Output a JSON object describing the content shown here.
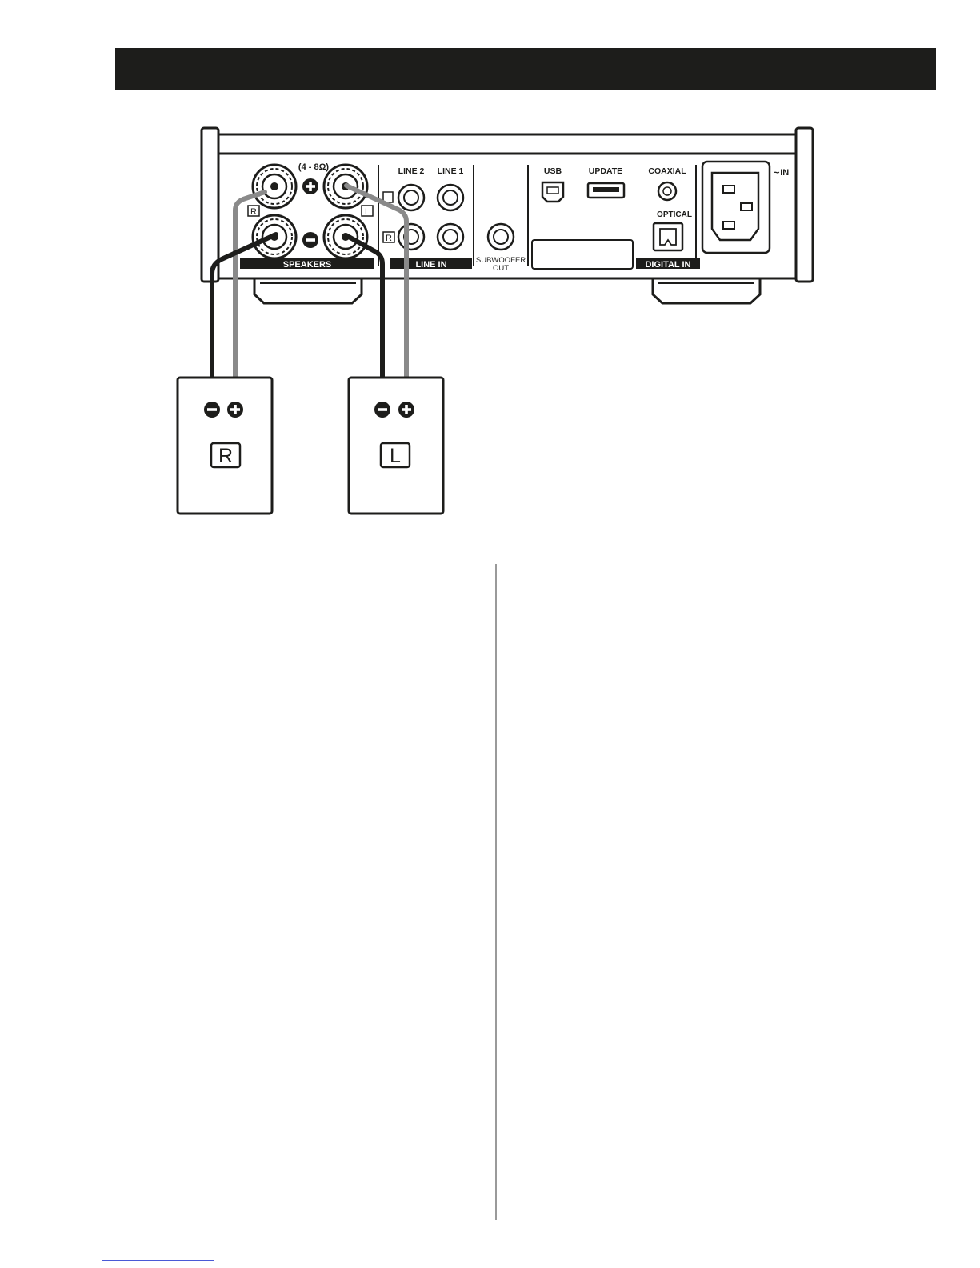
{
  "amplifier": {
    "impedance": "(4 - 8Ω)",
    "channel_right": "R",
    "channel_left": "L",
    "speakers_label": "SPEAKERS",
    "line_in_label": "LINE IN",
    "line2": "LINE 2",
    "line1": "LINE 1",
    "subwoofer_line1": "SUBWOOFER",
    "subwoofer_line2": "OUT",
    "usb": "USB",
    "update": "UPDATE",
    "coaxial": "COAXIAL",
    "optical": "OPTICAL",
    "digital_in_label": "DIGITAL IN",
    "ac_in": "∼IN"
  },
  "speakers": {
    "right_label": "R",
    "left_label": "L"
  },
  "colors": {
    "header": "#1d1d1b",
    "positive_wire": "#8a8a8a",
    "negative_wire": "#1d1d1b"
  }
}
